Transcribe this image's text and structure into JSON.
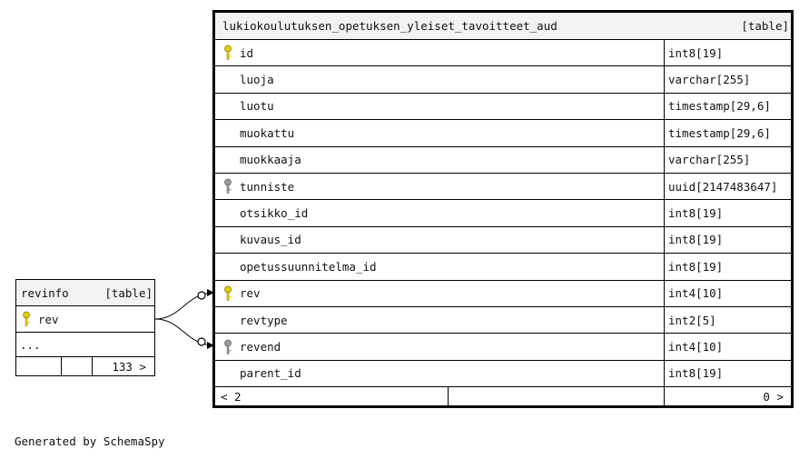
{
  "main_table": {
    "name": "lukiokoulutuksen_opetuksen_yleiset_tavoitteet_aud",
    "kind": "[table]",
    "columns": [
      {
        "name": "id",
        "type": "int8[19]",
        "key": "primary"
      },
      {
        "name": "luoja",
        "type": "varchar[255]",
        "key": ""
      },
      {
        "name": "luotu",
        "type": "timestamp[29,6]",
        "key": ""
      },
      {
        "name": "muokattu",
        "type": "timestamp[29,6]",
        "key": ""
      },
      {
        "name": "muokkaaja",
        "type": "varchar[255]",
        "key": ""
      },
      {
        "name": "tunniste",
        "type": "uuid[2147483647]",
        "key": "index"
      },
      {
        "name": "otsikko_id",
        "type": "int8[19]",
        "key": ""
      },
      {
        "name": "kuvaus_id",
        "type": "int8[19]",
        "key": ""
      },
      {
        "name": "opetussuunnitelma_id",
        "type": "int8[19]",
        "key": ""
      },
      {
        "name": "rev",
        "type": "int4[10]",
        "key": "primary"
      },
      {
        "name": "revtype",
        "type": "int2[5]",
        "key": ""
      },
      {
        "name": "revend",
        "type": "int4[10]",
        "key": "index"
      },
      {
        "name": "parent_id",
        "type": "int8[19]",
        "key": ""
      }
    ],
    "footer": {
      "parents": "< 2",
      "children": "0 >"
    }
  },
  "revinfo_table": {
    "name": "revinfo",
    "kind": "[table]",
    "column": "rev",
    "ellipsis": "...",
    "footer": {
      "children": "133 >"
    }
  },
  "colors": {
    "primary_key": "#e4cf00",
    "index_key": "#9a9a9a",
    "header_bg": "#f2f2f2"
  },
  "generated_by": "Generated by SchemaSpy"
}
